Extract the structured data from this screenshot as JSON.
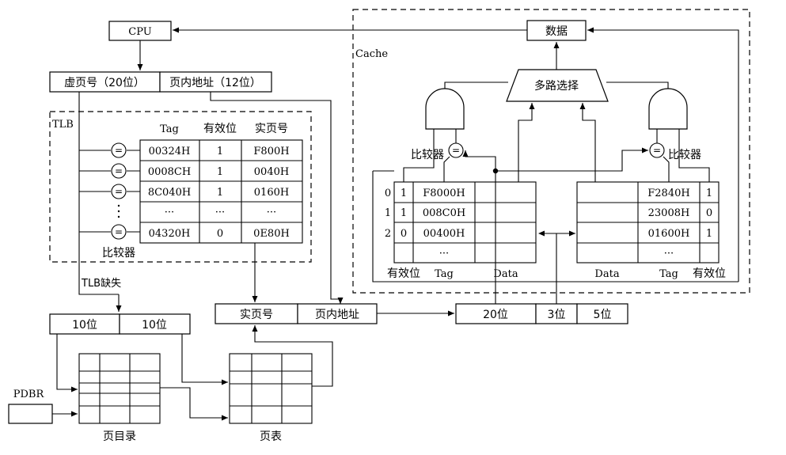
{
  "cpu": "CPU",
  "data_box": "数据",
  "cache_label": "Cache",
  "mux_label": "多路选择",
  "va": {
    "vpn": "虚页号（20位）",
    "offset": "页内地址（12位）"
  },
  "tlb": {
    "label": "TLB",
    "headers": [
      "Tag",
      "有效位",
      "实页号"
    ],
    "rows": [
      [
        "00324H",
        "1",
        "F800H"
      ],
      [
        "0008CH",
        "1",
        "0040H"
      ],
      [
        "8C040H",
        "1",
        "0160H"
      ],
      [
        "···",
        "···",
        "···"
      ],
      [
        "04320H",
        "0",
        "0E80H"
      ]
    ],
    "comparator_label": "比较器",
    "comparator_symbol": "=",
    "miss_label": "TLB缺失"
  },
  "cache": {
    "comparator_label": "比较器",
    "comparator_symbol": "=",
    "left_way": {
      "index": [
        "0",
        "1",
        "2"
      ],
      "rows": [
        [
          "1",
          "F8000H"
        ],
        [
          "1",
          "008C0H"
        ],
        [
          "0",
          "00400H"
        ],
        [
          "",
          "···"
        ]
      ],
      "labels": [
        "有效位",
        "Tag",
        "Data"
      ]
    },
    "right_way": {
      "rows": [
        [
          "F2840H",
          "1"
        ],
        [
          "23008H",
          "0"
        ],
        [
          "01600H",
          "1"
        ],
        [
          "···",
          ""
        ]
      ],
      "labels": [
        "Data",
        "Tag",
        "有效位"
      ]
    }
  },
  "split_10": [
    "10位",
    "10位"
  ],
  "pa": {
    "ppn": "实页号",
    "offset": "页内地址"
  },
  "cache_addr": [
    "20位",
    "3位",
    "5位"
  ],
  "pdbr": "PDBR",
  "page_dir_label": "页目录",
  "page_table_label": "页表"
}
